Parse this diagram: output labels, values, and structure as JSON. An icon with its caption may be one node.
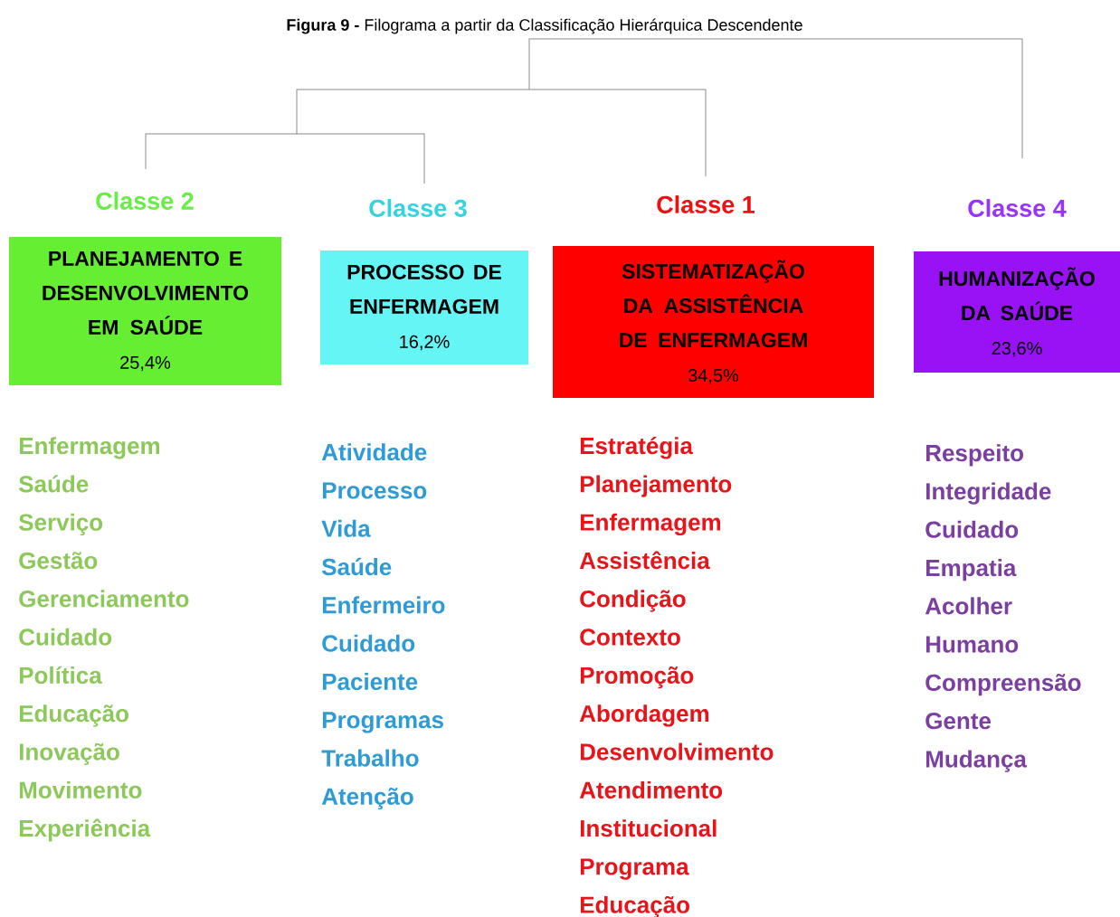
{
  "diagram": {
    "title": "**Figura 9 -** Filograma a partir da Classificação Hierárquica Descendente",
    "nodes": [
      {
        "text": [
          "Classe 2",
          "PLANEJAMENTO E DESENVOLVIMENTO EM SAÚDE",
          "25,4%"
        ],
        "beside": [
          "Enfermagem",
          "Saúde",
          "Serviço",
          "Gestão",
          "Gerenciamento",
          "Cuidado",
          "Política",
          "Educação",
          "Inovação",
          "Movimento",
          "Experiência"
        ]
      },
      {
        "text": [
          "Classe 3",
          "PROCESSO DE ENFERMAGEM",
          "16,2%"
        ],
        "beside": [
          "Atividade",
          "Processo",
          "Vida",
          "Saúde",
          "Enfermeiro",
          "Cuidado",
          "Paciente",
          "Programas",
          "Trabalho",
          "Atenção"
        ]
      },
      {
        "text": [
          "Classe 1",
          "SISTEMATIZAÇÃO DA ASSISTÊNCIA DE ENFERMAGEM",
          "34,5%"
        ],
        "beside": [
          "Estratégia",
          "Planejamento",
          "Enfermagem",
          "Assistência",
          "Condição",
          "Contexto",
          "Promoção",
          "Abordagem",
          "Desenvolvimento",
          "Atendimento",
          "Institucional",
          "Programa",
          "Educação"
        ]
      },
      {
        "text": [
          "Classe 4",
          "HUMANIZAÇÃO DA SAÚDE",
          "23,6%"
        ],
        "beside": [
          "Respeito",
          "Integridade",
          "Cuidado",
          "Empatia",
          "Acolher",
          "Humano",
          "Compreensão",
          "Gente",
          "Mudança"
        ]
      }
    ]
  }
}
